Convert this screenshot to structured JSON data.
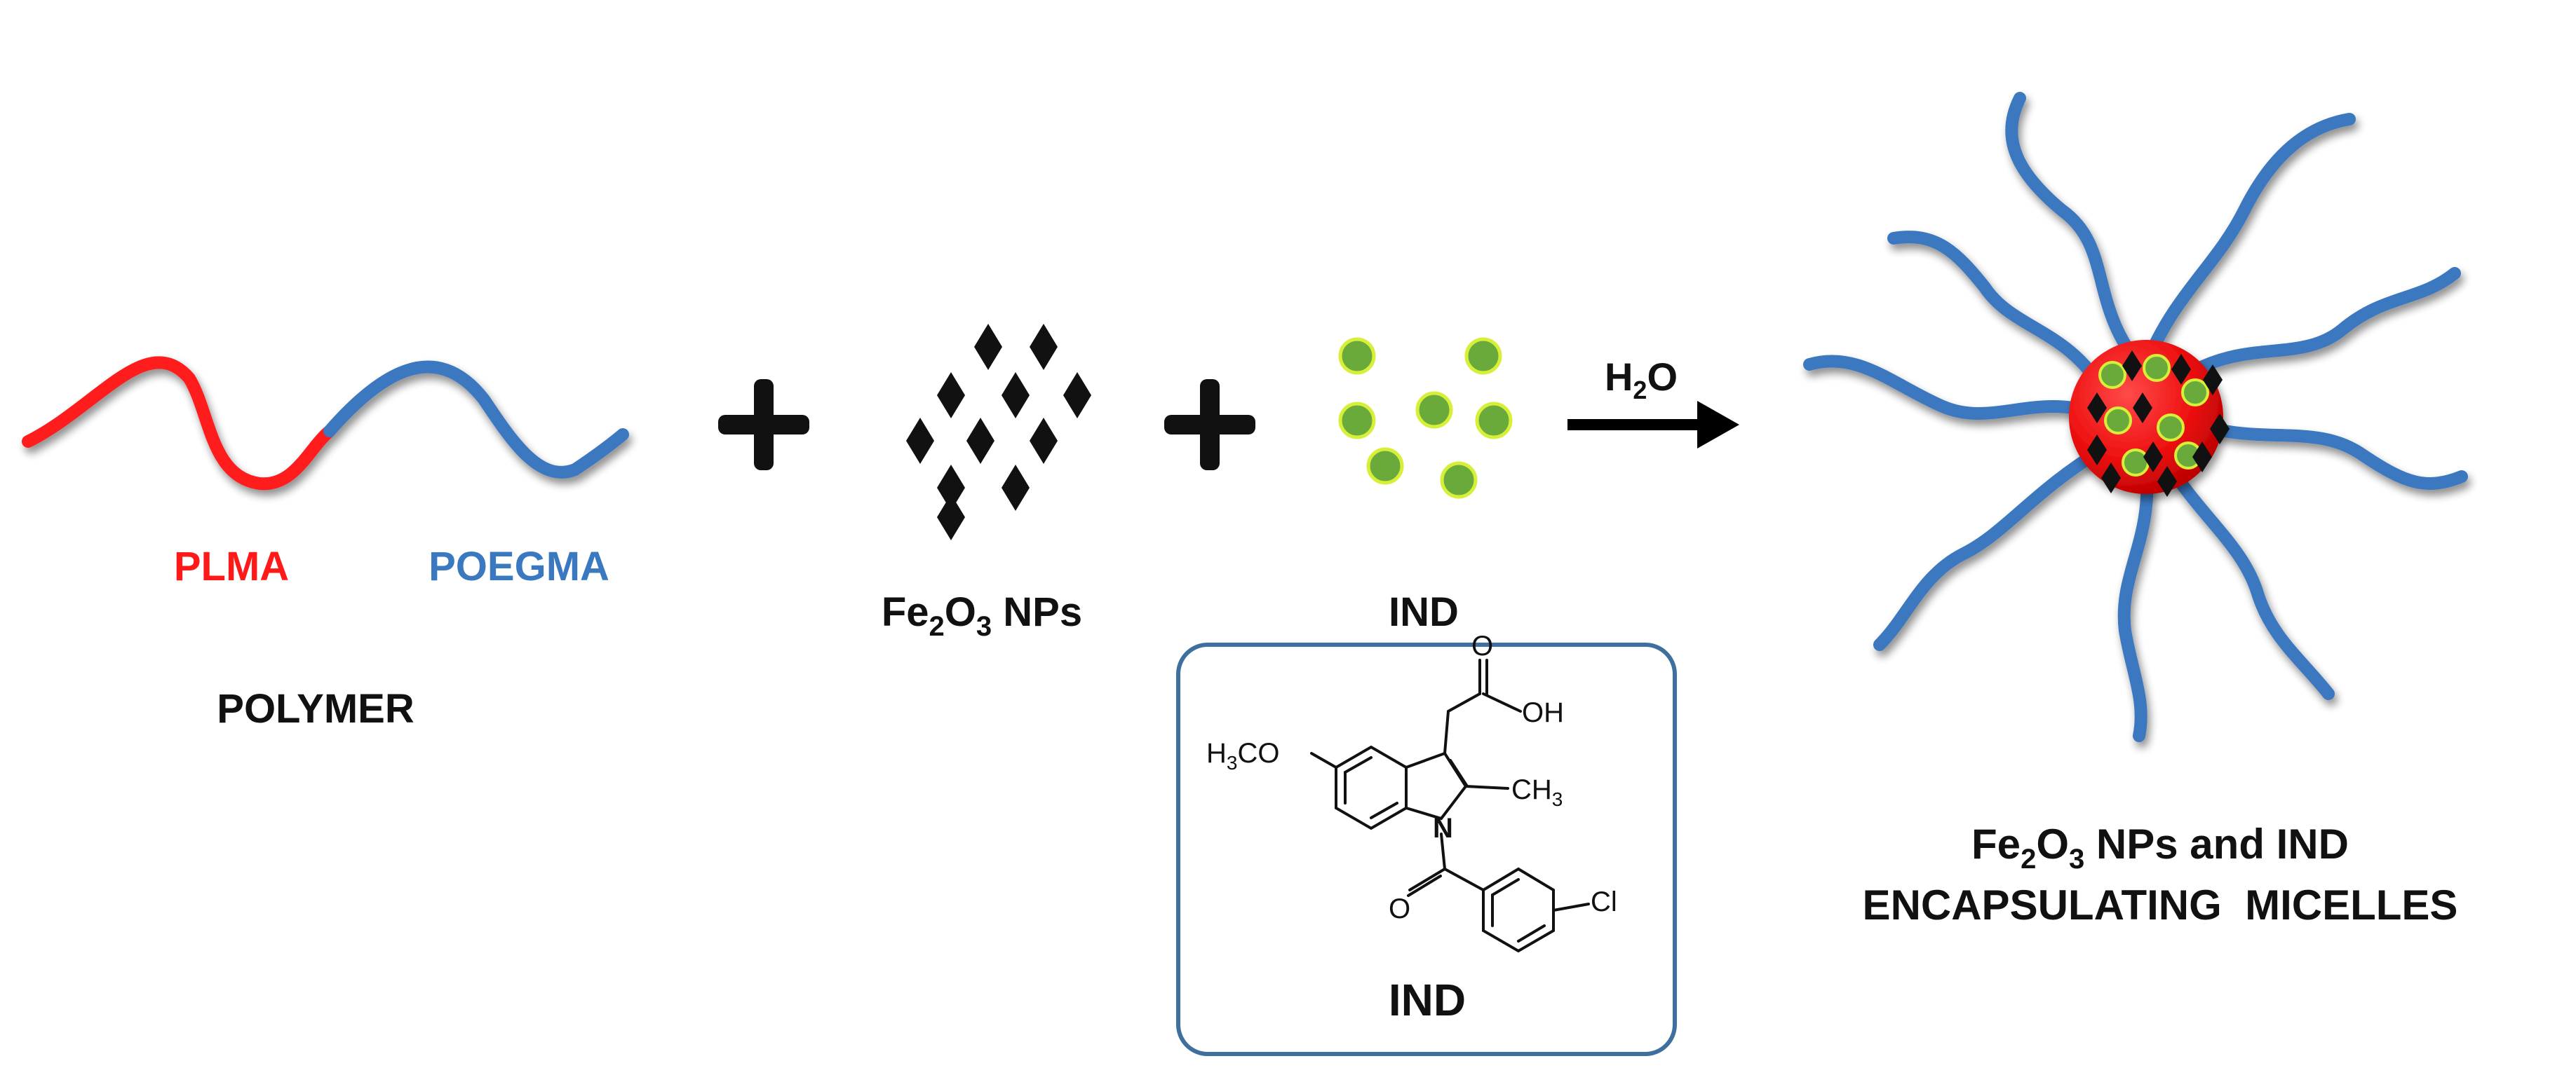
{
  "polymer": {
    "segment_a": "PLMA",
    "segment_b": "POEGMA",
    "title": "POLYMER"
  },
  "nanoparticles": {
    "label_base": "Fe",
    "label_sub1": "2",
    "label_mid": "O",
    "label_sub2": "3",
    "label_suffix": " NPs"
  },
  "drug": {
    "label": "IND",
    "structure_title": "IND",
    "groups": {
      "methoxy": "H3CO",
      "hydroxyl": "OH",
      "methyl": "CH3",
      "nitrogen": "N",
      "chlorine": "Cl",
      "carbonyl_o": "O",
      "acid_o": "O"
    }
  },
  "arrow": {
    "reagent_base": "H",
    "reagent_sub": "2",
    "reagent_end": "O"
  },
  "product": {
    "line1_base": "Fe",
    "line1_sub1": "2",
    "line1_mid": "O",
    "line1_sub2": "3",
    "line1_rest": " NPs and IND",
    "line2": "ENCAPSULATING  MICELLES"
  },
  "colors": {
    "plma": "#ff1a1a",
    "poegma": "#3a78c0",
    "drug_fill": "#6aaa3a",
    "drug_rim": "#d8ef3a",
    "core": "#ee1111",
    "box_border": "#3f6f9f"
  }
}
